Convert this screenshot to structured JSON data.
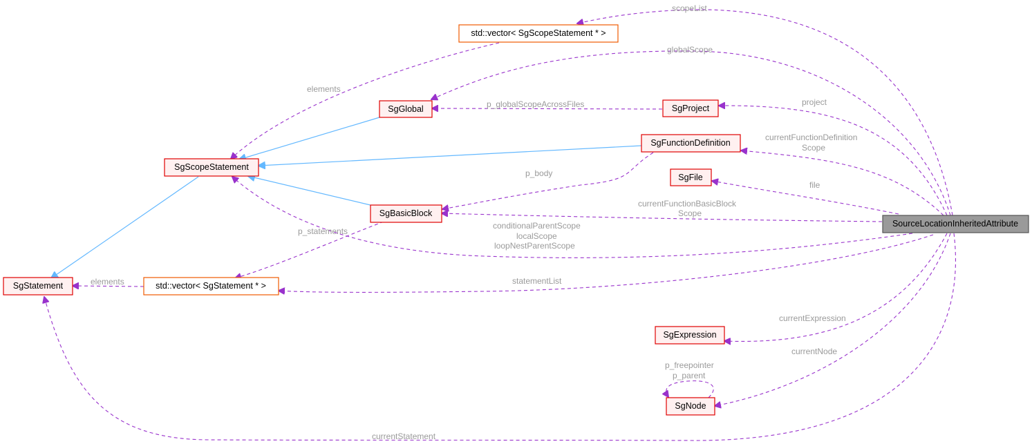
{
  "nodes": {
    "source_location": "SourceLocationInheritedAttribute",
    "vector_scope": "std::vector< SgScopeStatement * >",
    "sg_global": "SgGlobal",
    "sg_project": "SgProject",
    "sg_function_definition": "SgFunctionDefinition",
    "sg_scope_statement": "SgScopeStatement",
    "sg_file": "SgFile",
    "sg_basic_block": "SgBasicBlock",
    "sg_statement": "SgStatement",
    "vector_statement": "std::vector< SgStatement * >",
    "sg_expression": "SgExpression",
    "sg_node": "SgNode"
  },
  "edge_labels": {
    "scope_list": "scopeList",
    "global_scope": "globalScope",
    "elements_scope": "elements",
    "p_global_scope_across_files": "p_globalScopeAcrossFiles",
    "project": "project",
    "current_function_definition_1": "currentFunctionDefinition",
    "current_function_definition_2": "Scope",
    "p_body": "p_body",
    "file": "file",
    "current_function_basic_block_1": "currentFunctionBasicBlock",
    "current_function_basic_block_2": "Scope",
    "conditional_parent_scope": "conditionalParentScope",
    "local_scope": "localScope",
    "loop_nest_parent_scope": "loopNestParentScope",
    "p_statements": "p_statements",
    "elements_statement": "elements",
    "statement_list": "statementList",
    "current_expression": "currentExpression",
    "current_node": "currentNode",
    "p_freepointer": "p_freepointer",
    "p_parent": "p_parent",
    "current_statement": "currentStatement"
  },
  "colors": {
    "reference_edge": "#9932cc",
    "inheritance_edge": "#63b8ff",
    "node_border": "#e00000",
    "template_border": "#f05a00",
    "focus_node_fill": "#9a9a9a"
  }
}
